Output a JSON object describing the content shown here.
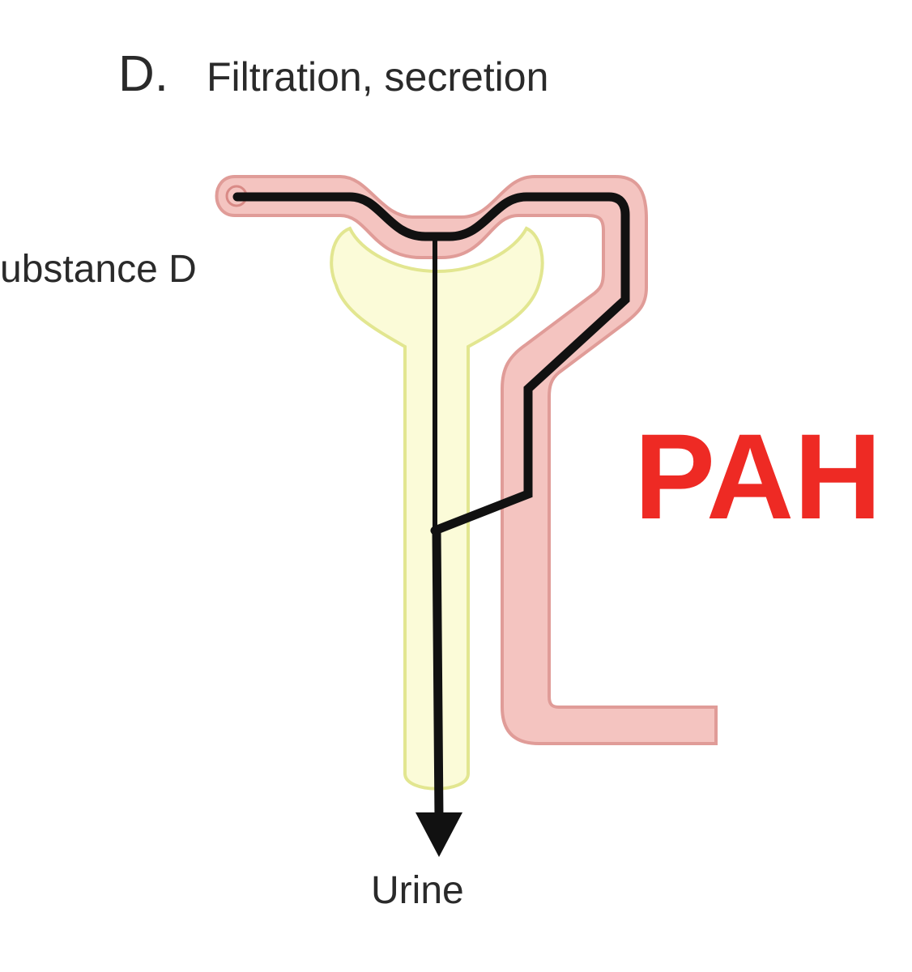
{
  "panel": {
    "letter": "D.",
    "title": "Filtration, secretion"
  },
  "labels": {
    "substance": "ubstance D",
    "output": "Urine",
    "highlight": "PAH"
  },
  "colors": {
    "vessel_fill": "#f4c4c0",
    "vessel_stroke": "#e09c98",
    "tubule_fill": "#fbfbd8",
    "tubule_stroke": "#e2e690",
    "path_line": "#111111",
    "highlight_text": "#ee2a24"
  }
}
